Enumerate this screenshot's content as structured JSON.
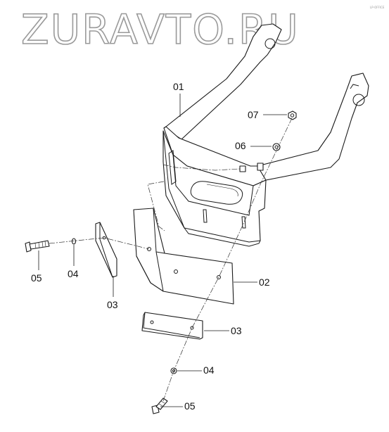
{
  "watermark": {
    "text": "ZURAVTO.RU"
  },
  "page_marker": "LP-OFFICE",
  "parts": [
    {
      "id": "main-bracket",
      "label": "01"
    },
    {
      "id": "angle-bracket",
      "label": "02"
    },
    {
      "id": "plate-vertical",
      "label": "03"
    },
    {
      "id": "plate-horizontal",
      "label": "03"
    },
    {
      "id": "washer-left",
      "label": "04"
    },
    {
      "id": "washer-bottom",
      "label": "04"
    },
    {
      "id": "bolt-left",
      "label": "05"
    },
    {
      "id": "bolt-bottom",
      "label": "05"
    },
    {
      "id": "washer-top",
      "label": "06"
    },
    {
      "id": "nut-top",
      "label": "07"
    }
  ]
}
